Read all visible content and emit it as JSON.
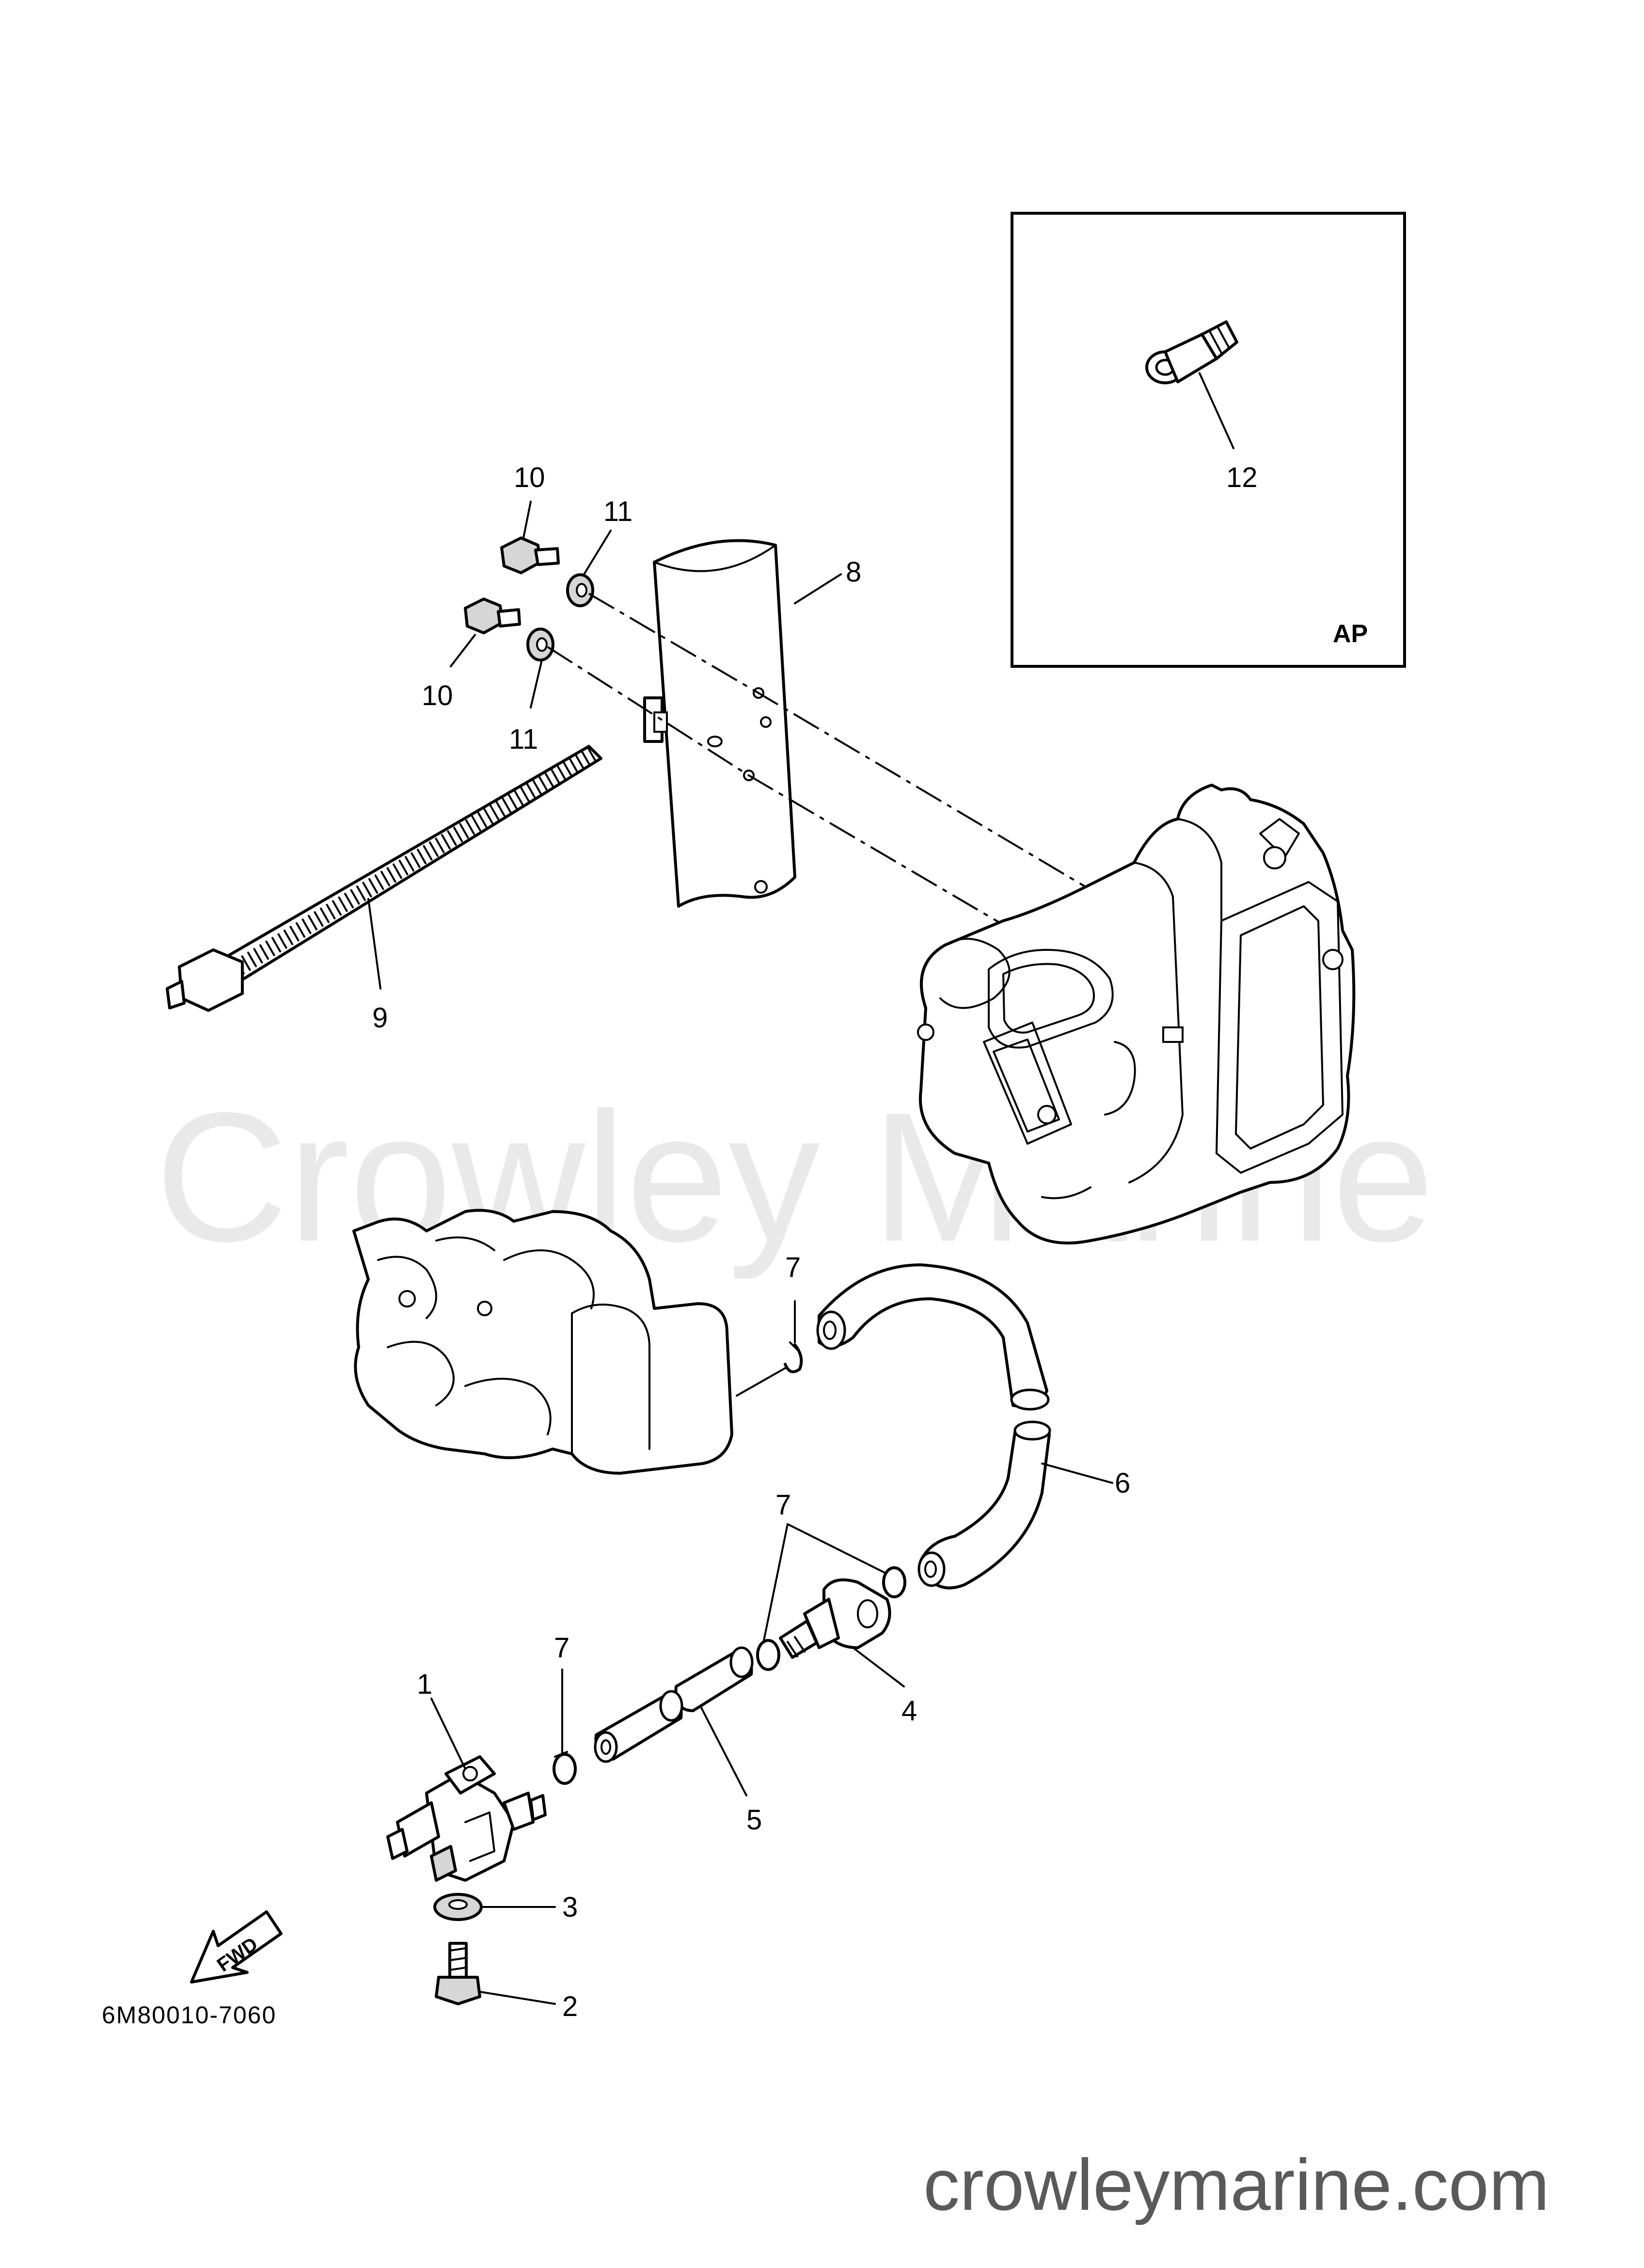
{
  "watermark_text": "Crowley Marine",
  "site_text": "crowleymarine.com",
  "diagram_code": "6M80010-7060",
  "inset_label": "AP",
  "fwd_label": "FWD",
  "callouts": {
    "c1": "1",
    "c2": "2",
    "c3": "3",
    "c4": "4",
    "c5": "5",
    "c6": "6",
    "c7a": "7",
    "c7b": "7",
    "c7c": "7",
    "c8": "8",
    "c9": "9",
    "c10a": "10",
    "c10b": "10",
    "c11a": "11",
    "c11b": "11",
    "c12": "12"
  }
}
